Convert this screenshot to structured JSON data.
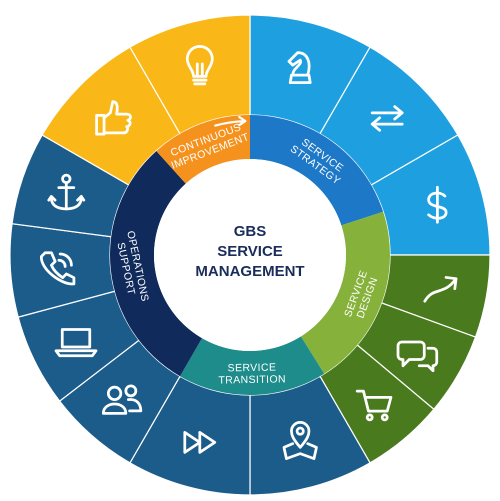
{
  "center": {
    "title_lines": [
      "GBS",
      "SERVICE",
      "MANAGEMENT"
    ]
  },
  "segments": [
    {
      "key": "strategy",
      "label_lines": [
        "SERVICE",
        "STRATEGY"
      ],
      "inner_color": "#1e78c8",
      "outer_color": "#1ea0e0",
      "icons": [
        "chess-knight-icon",
        "arrows-exchange-icon",
        "dollar-icon"
      ]
    },
    {
      "key": "design",
      "label_lines": [
        "SERVICE",
        "DESIGN"
      ],
      "inner_color": "#86b23c",
      "outer_color": "#4a7a1e",
      "icons": [
        "trend-arrow-icon",
        "chat-bubbles-icon",
        "shopping-cart-icon"
      ]
    },
    {
      "key": "transition",
      "label_lines": [
        "SERVICE",
        "TRANSITION"
      ],
      "inner_color": "#1d8c8a",
      "outer_color": "#1b5c8a",
      "icons": [
        "map-pin-icon",
        "fast-forward-icon"
      ]
    },
    {
      "key": "operations",
      "label_lines": [
        "OPERATIONS",
        "SUPPORT"
      ],
      "inner_color": "#102a5c",
      "outer_color": "#1b5c8a",
      "icons": [
        "people-icon",
        "laptop-icon",
        "phone-icon",
        "anchor-icon"
      ]
    },
    {
      "key": "improvement",
      "label_lines": [
        "CONTINUOUS",
        "IMPROVEMENT"
      ],
      "inner_color": "#f5921e",
      "outer_color": "#f9b818",
      "icons": [
        "thumbs-up-icon",
        "lightbulb-icon"
      ]
    }
  ],
  "colors": {
    "ring_divider": "#ffffff",
    "center_bg": "#ffffff",
    "center_text": "#1a2d5a"
  }
}
